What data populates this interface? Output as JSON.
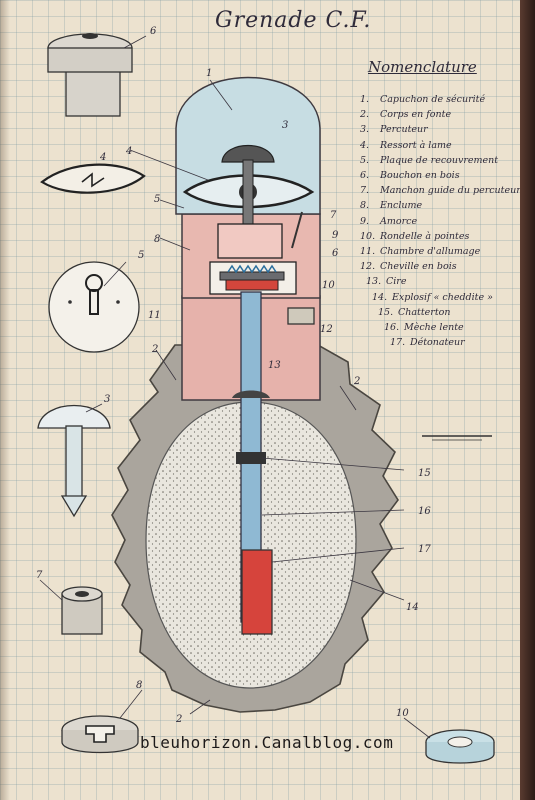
{
  "title": "Grenade          C.F.",
  "nomenclature": {
    "heading": "Nomenclature",
    "items": [
      {
        "num": "1.",
        "label": "Capuchon de sécurité"
      },
      {
        "num": "2.",
        "label": "Corps en fonte"
      },
      {
        "num": "3.",
        "label": "Percuteur"
      },
      {
        "num": "4.",
        "label": "Ressort à lame"
      },
      {
        "num": "5.",
        "label": "Plaque de recouvrement"
      },
      {
        "num": "6.",
        "label": "Bouchon en bois"
      },
      {
        "num": "7.",
        "label": "Manchon guide du percuteur"
      },
      {
        "num": "8.",
        "label": "Enclume"
      },
      {
        "num": "9.",
        "label": "Amorce"
      },
      {
        "num": "10.",
        "label": "Rondelle à pointes"
      },
      {
        "num": "11.",
        "label": "Chambre d'allumage"
      },
      {
        "num": "12.",
        "label": "Cheville en bois"
      },
      {
        "num": "13.",
        "label": "Cire"
      },
      {
        "num": "14.",
        "label": "Explosif « cheddite »"
      },
      {
        "num": "15.",
        "label": "Chatterton"
      },
      {
        "num": "16.",
        "label": "Mèche lente"
      },
      {
        "num": "17.",
        "label": "Détonateur"
      }
    ]
  },
  "callouts": {
    "c1": "1",
    "c2a": "2",
    "c2b": "2",
    "c2c": "2",
    "c3": "3",
    "c3b": "3",
    "c4": "4",
    "c4b": "4",
    "c5": "5",
    "c5b": "5",
    "c6": "6",
    "c6b": "6",
    "c7": "7",
    "c7b": "7",
    "c8": "8",
    "c8b": "8",
    "c9": "9",
    "c10": "10",
    "c10b": "10",
    "c11": "11",
    "c12": "12",
    "c13": "13",
    "c14": "14",
    "c15": "15",
    "c16": "16",
    "c17": "17"
  },
  "watermark": "bleuhorizon.Canalblog.com",
  "colors": {
    "paper": "#ece2cf",
    "ink": "#2f2b3a",
    "cap_blue": "#bcd6df",
    "wood_pink": "#e8b4ad",
    "iron_gray": "#a9a49c",
    "fuse_blue": "#8fb9d3",
    "detonator_red": "#d6443c"
  }
}
